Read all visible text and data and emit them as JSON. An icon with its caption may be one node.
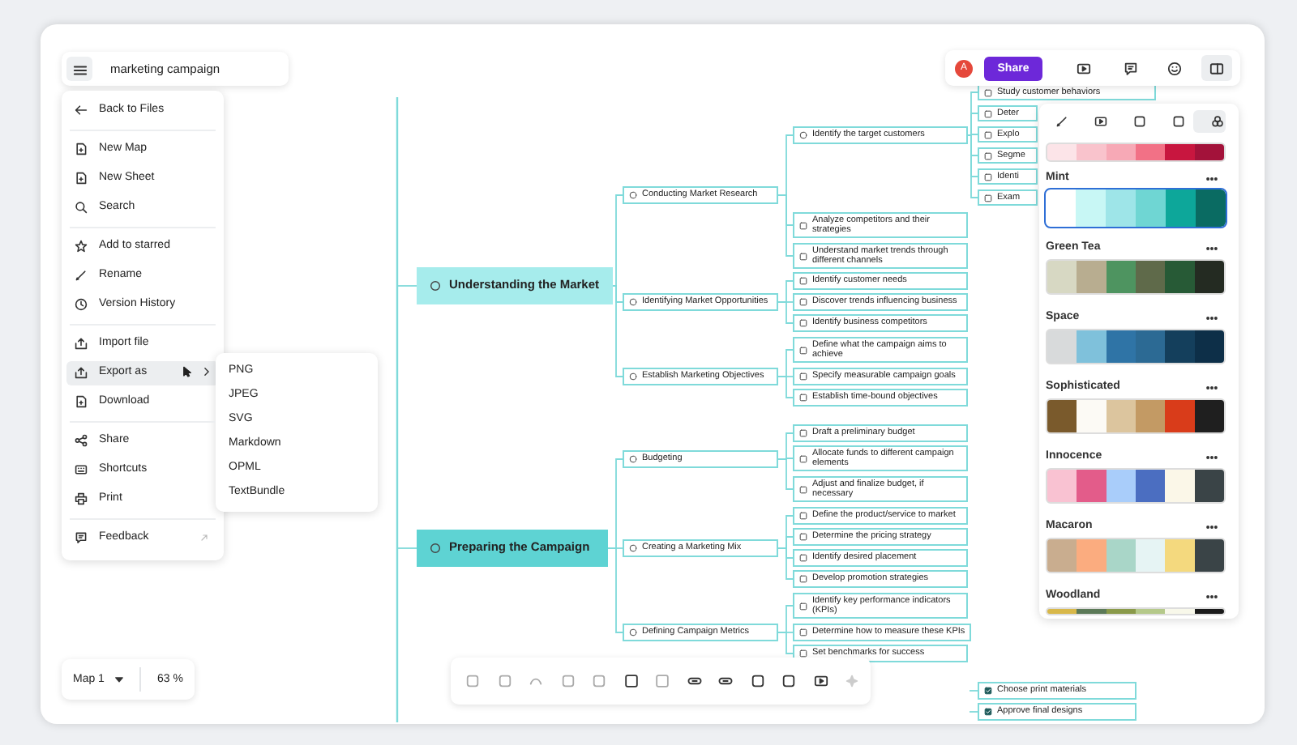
{
  "diagram": {
    "nodes": [
      {
        "text": [
          "Understanding the Market"
        ]
      },
      {
        "text": [
          "Conducting Market Research"
        ]
      },
      {
        "text": [
          "Identify the target customers"
        ]
      },
      {
        "text": [
          "Study customer behaviors"
        ]
      },
      {
        "text": [
          "Deter"
        ]
      },
      {
        "text": [
          "Explo"
        ]
      },
      {
        "text": [
          "Segme"
        ]
      },
      {
        "text": [
          "Identi"
        ]
      },
      {
        "text": [
          "Exam"
        ]
      },
      {
        "text": [
          "Analyze competitors and their strategies"
        ]
      },
      {
        "text": [
          "Understand market trends through different channels"
        ]
      },
      {
        "text": [
          "Identifying Market Opportunities"
        ]
      },
      {
        "text": [
          "Identify customer needs"
        ]
      },
      {
        "text": [
          "Discover trends influencing business"
        ]
      },
      {
        "text": [
          "Identify business competitors"
        ]
      },
      {
        "text": [
          "Establish Marketing Objectives"
        ]
      },
      {
        "text": [
          "Define what the campaign aims to achieve"
        ]
      },
      {
        "text": [
          "Specify measurable campaign goals"
        ]
      },
      {
        "text": [
          "Establish time-bound objectives"
        ]
      },
      {
        "text": [
          "Preparing the Campaign"
        ]
      },
      {
        "text": [
          "Budgeting"
        ]
      },
      {
        "text": [
          "Draft a preliminary budget"
        ]
      },
      {
        "text": [
          "Allocate funds to different campaign elements"
        ]
      },
      {
        "text": [
          "Adjust and finalize budget, if necessary"
        ]
      },
      {
        "text": [
          "Creating a Marketing Mix"
        ]
      },
      {
        "text": [
          "Define the product/service to market"
        ]
      },
      {
        "text": [
          "Determine the pricing strategy"
        ]
      },
      {
        "text": [
          "Identify desired placement"
        ]
      },
      {
        "text": [
          "Develop promotion strategies"
        ]
      },
      {
        "text": [
          "Defining Campaign Metrics"
        ]
      },
      {
        "text": [
          "Identify key performance indicators (KPIs)"
        ]
      },
      {
        "text": [
          "Determine how to measure these KPIs"
        ]
      },
      {
        "text": [
          "Set benchmarks for success"
        ]
      },
      {
        "text": [
          "Choose print materials"
        ]
      },
      {
        "text": [
          "Approve final designs"
        ]
      }
    ],
    "edges": [
      {
        "from": null,
        "to": 0,
        "arrow": "none"
      },
      {
        "from": 0,
        "to": 1,
        "arrow": "none"
      },
      {
        "from": 1,
        "to": 2,
        "arrow": "none"
      },
      {
        "from": 2,
        "to": 3,
        "arrow": "none"
      },
      {
        "from": 2,
        "to": 4,
        "arrow": "none"
      },
      {
        "from": 2,
        "to": 5,
        "arrow": "none"
      },
      {
        "from": 2,
        "to": 6,
        "arrow": "none"
      },
      {
        "from": 2,
        "to": 7,
        "arrow": "none"
      },
      {
        "from": 2,
        "to": 8,
        "arrow": "none"
      },
      {
        "from": 1,
        "to": 9,
        "arrow": "none"
      },
      {
        "from": 1,
        "to": 10,
        "arrow": "none"
      },
      {
        "from": 0,
        "to": 11,
        "arrow": "none"
      },
      {
        "from": 11,
        "to": 12,
        "arrow": "none"
      },
      {
        "from": 11,
        "to": 13,
        "arrow": "none"
      },
      {
        "from": 11,
        "to": 14,
        "arrow": "none"
      },
      {
        "from": 0,
        "to": 15,
        "arrow": "none"
      },
      {
        "from": 15,
        "to": 16,
        "arrow": "none"
      },
      {
        "from": 15,
        "to": 17,
        "arrow": "none"
      },
      {
        "from": 15,
        "to": 18,
        "arrow": "none"
      },
      {
        "from": null,
        "to": 19,
        "arrow": "none"
      },
      {
        "from": 19,
        "to": 20,
        "arrow": "none"
      },
      {
        "from": 20,
        "to": 21,
        "arrow": "none"
      },
      {
        "from": 20,
        "to": 22,
        "arrow": "none"
      },
      {
        "from": 20,
        "to": 23,
        "arrow": "none"
      },
      {
        "from": 19,
        "to": 24,
        "arrow": "none"
      },
      {
        "from": 24,
        "to": 25,
        "arrow": "none"
      },
      {
        "from": 24,
        "to": 26,
        "arrow": "none"
      },
      {
        "from": 24,
        "to": 27,
        "arrow": "none"
      },
      {
        "from": 24,
        "to": 28,
        "arrow": "none"
      },
      {
        "from": 19,
        "to": 29,
        "arrow": "none"
      },
      {
        "from": 29,
        "to": 30,
        "arrow": "none"
      },
      {
        "from": 29,
        "to": 31,
        "arrow": "none"
      },
      {
        "from": 29,
        "to": 32,
        "arrow": "none"
      },
      {
        "from": null,
        "to": 33,
        "arrow": "none"
      },
      {
        "from": null,
        "to": 34,
        "arrow": "none"
      }
    ],
    "labels": [
      "marketing campaign",
      "A",
      "Share",
      "Back to Files",
      "New Map",
      "New Sheet",
      "Search",
      "Add to starred",
      "Rename",
      "Version History",
      "Import file",
      "Export as",
      "Download",
      "Share",
      "Shortcuts",
      "Print",
      "Feedback",
      "PNG",
      "JPEG",
      "SVG",
      "Markdown",
      "OPML",
      "TextBundle",
      "Mint",
      "Green Tea",
      "Space",
      "Sophisticated",
      "Innocence",
      "Macaron",
      "Woodland",
      "Map 1",
      "63 %"
    ]
  }
}
